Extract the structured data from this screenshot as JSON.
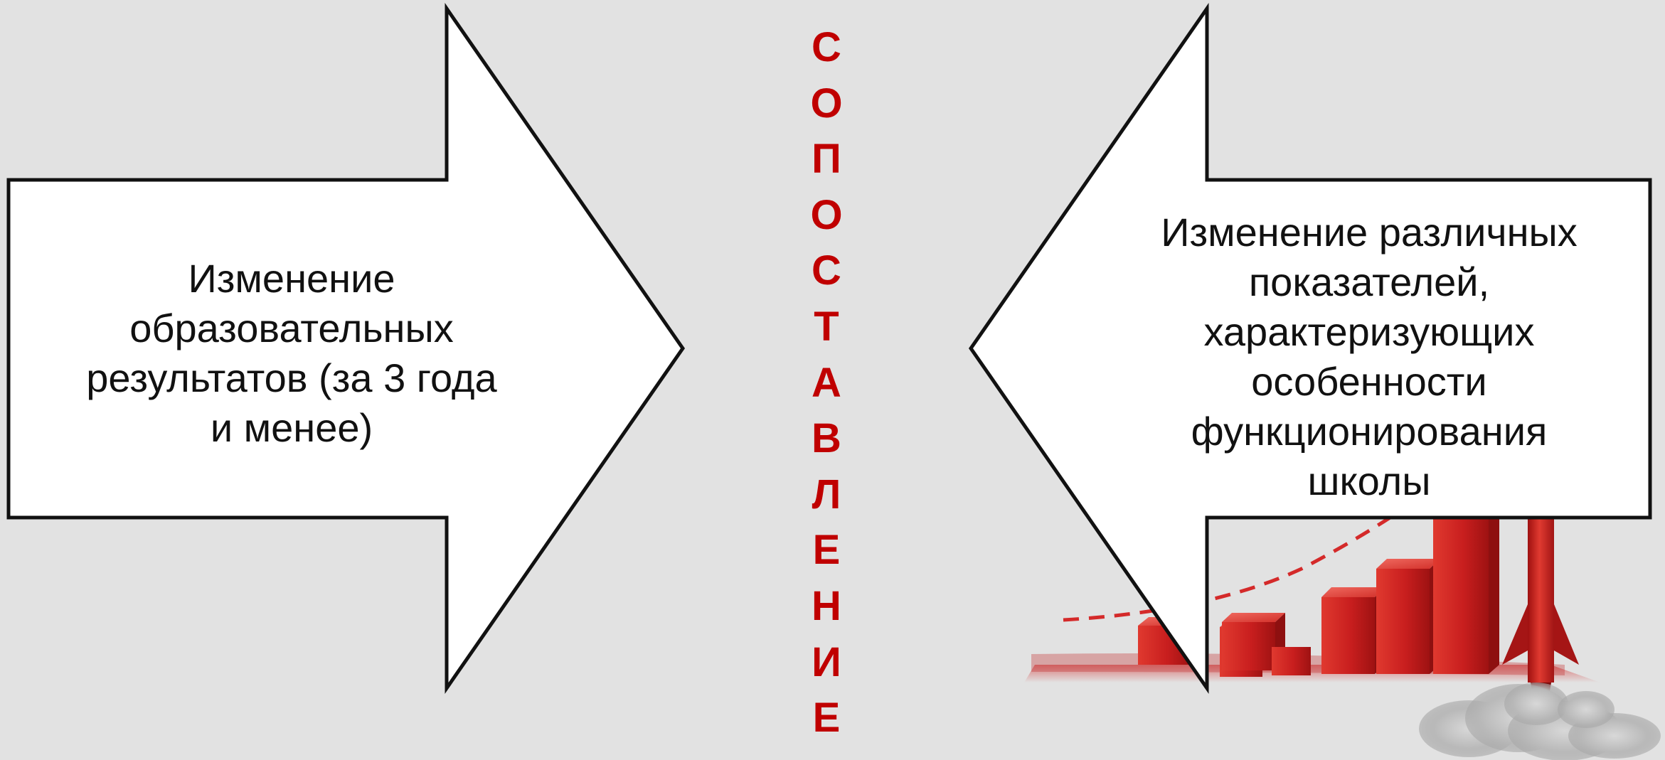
{
  "left_arrow": {
    "lines": [
      "Изменение",
      "образовательных",
      "результатов (за 3 года",
      "и менее)"
    ]
  },
  "right_arrow": {
    "lines": [
      "Изменение различных",
      "показателей,",
      "характеризующих",
      "особенности",
      "функционирования",
      "школы"
    ]
  },
  "center_word": {
    "letters": [
      "С",
      "О",
      "П",
      "О",
      "С",
      "Т",
      "А",
      "В",
      "Л",
      "Е",
      "Н",
      "И",
      "Е"
    ]
  },
  "illustration": {
    "icon": "growth-chart-rocket-illustration",
    "bar_color": "#cc1f1f",
    "smoke_color": "#b5b5b5"
  },
  "colors": {
    "background": "#e2e2e2",
    "arrow_fill": "#ffffff",
    "arrow_stroke": "#111111",
    "center_word": "#c00000"
  }
}
